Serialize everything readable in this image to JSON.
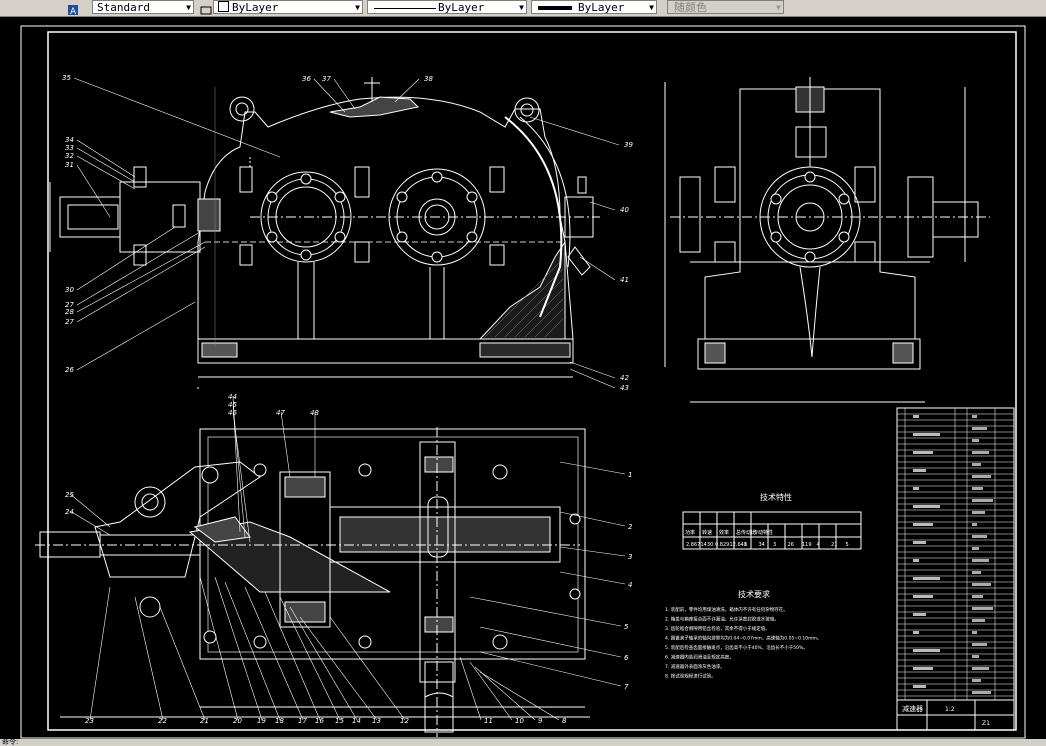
{
  "toolbar": {
    "text_style": "Standard",
    "layer_color": "ByLayer",
    "linetype": "ByLayer",
    "lineweight": "ByLayer",
    "plot_style": "随颜色"
  },
  "drawing": {
    "callouts_left_top": [
      "35",
      "36",
      "37",
      "38",
      "39",
      "34",
      "33",
      "32",
      "31",
      "40",
      "30",
      "27",
      "28",
      "27",
      "41",
      "26",
      "42",
      "43"
    ],
    "callouts_bottom": [
      "47",
      "48",
      "44",
      "45",
      "46",
      "1",
      "2",
      "3",
      "4",
      "5",
      "6",
      "7",
      "25",
      "24",
      "23",
      "22",
      "21",
      "20",
      "19",
      "18",
      "17",
      "16",
      "15",
      "14",
      "13",
      "12",
      "11",
      "10",
      "9",
      "8"
    ],
    "tech_char_title": "技术特性",
    "tech_req_title": "技术要求",
    "tech_table_headers": [
      "功率",
      "转速",
      "效率",
      "总传动比",
      "传动特性"
    ],
    "tech_table_values": [
      "2.867",
      "1430",
      "0.829",
      "12.648",
      "1",
      "34",
      "3",
      "26",
      "119",
      "4",
      "21",
      "5"
    ],
    "requirements": [
      "1. 装配前，零件均用煤油清洗，箱体内不许有任何杂物存在。",
      "2. 箱盖与箱座接合面不许漏油，允许涂密封胶或水玻璃。",
      "3. 齿轮啮合侧隙用铅丝检验，其余不得小于规定值。",
      "4. 圆锥滚子轴承的轴向游隙均为0.04~0.07mm，高速轴为0.05~0.10mm。",
      "5. 装配后检查齿面接触斑点，沿齿高不小于40%，沿齿长不小于50%。",
      "6. 减速器内装润滑油至规定高度。",
      "7. 减速器外表面涂灰色油漆。",
      "8. 按试验规程进行试验。"
    ],
    "title_block_name": "减速器",
    "title_block_no": "Z1",
    "title_block_scale": "1:2"
  },
  "status": {
    "text": "命令:"
  }
}
